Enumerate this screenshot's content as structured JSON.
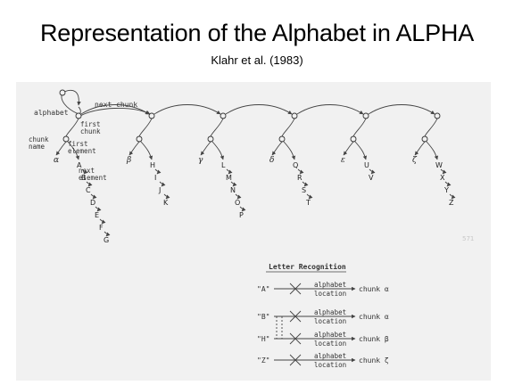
{
  "title": "Representation of the Alphabet in ALPHA",
  "subtitle": "Klahr et al. (1983)",
  "tree_labels": {
    "root": "alphabet",
    "next_chunk": "next chunk",
    "first_chunk_1": "first",
    "first_chunk_2": "chunk",
    "chunk_name_1": "chunk",
    "chunk_name_2": "name",
    "first_element_1": "first",
    "first_element_2": "element",
    "next_element_1": "next",
    "next_element_2": "element",
    "watermark": "571"
  },
  "chunks": [
    {
      "name": "α",
      "letters": [
        "A",
        "B",
        "C",
        "D",
        "E",
        "F",
        "G"
      ]
    },
    {
      "name": "β",
      "letters": [
        "H",
        "I",
        "J",
        "K"
      ]
    },
    {
      "name": "γ",
      "letters": [
        "L",
        "M",
        "N",
        "O",
        "P"
      ]
    },
    {
      "name": "δ",
      "letters": [
        "Q",
        "R",
        "S",
        "T"
      ]
    },
    {
      "name": "ε",
      "letters": [
        "U",
        "V"
      ]
    },
    {
      "name": "ζ",
      "letters": [
        "W",
        "X",
        "Y",
        "Z"
      ]
    }
  ],
  "letter_recognition": {
    "title": "Letter Recognition",
    "rows": [
      {
        "input": "\"A\"",
        "upper": "alphabet",
        "lower": "location",
        "output": "chunk α"
      },
      {
        "input": "\"B\"",
        "upper": "alphabet",
        "lower": "location",
        "output": "chunk α"
      },
      {
        "input": "\"H\"",
        "upper": "alphabet",
        "lower": "location",
        "output": "chunk β"
      },
      {
        "input": "\"Z\"",
        "upper": "alphabet",
        "lower": "location",
        "output": "chunk ζ"
      }
    ]
  }
}
